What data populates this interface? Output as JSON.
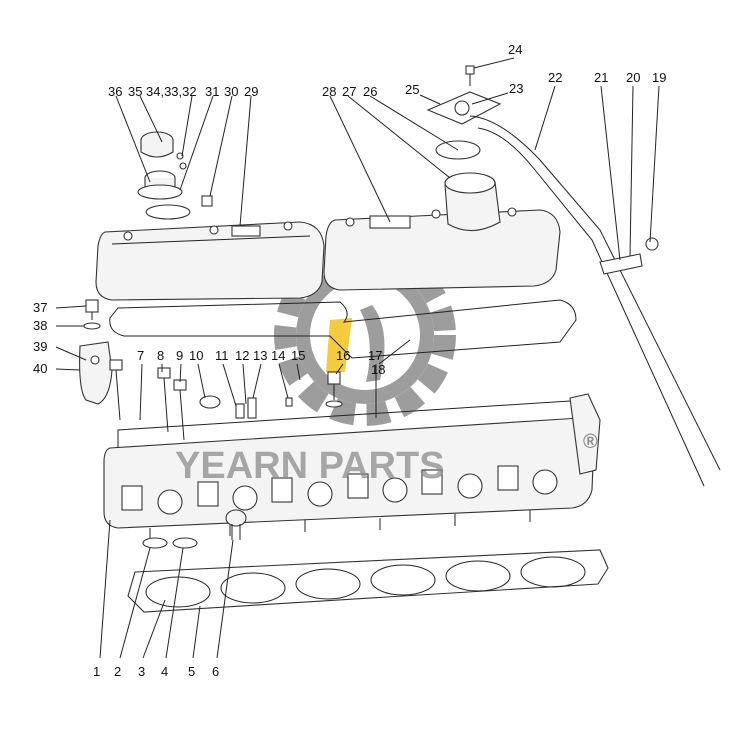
{
  "diagram": {
    "part_labels": [
      "1",
      "2",
      "3",
      "4",
      "5",
      "6",
      "7",
      "8",
      "9",
      "10",
      "11",
      "12",
      "13",
      "14",
      "15",
      "16",
      "17",
      "18",
      "19",
      "20",
      "21",
      "22",
      "23",
      "24",
      "25",
      "26",
      "27",
      "28",
      "29",
      "30",
      "31",
      "34,33,32",
      "35",
      "36",
      "37",
      "38",
      "39",
      "40"
    ],
    "highlight_labels": [
      "15",
      "16"
    ],
    "watermark_text": "YEARN PARTS",
    "registered_mark": "®",
    "colors": {
      "line": "#222222",
      "watermark_gray": "#8c8c8c",
      "watermark_yellow": "#f2c21b",
      "background": "#ffffff"
    }
  }
}
